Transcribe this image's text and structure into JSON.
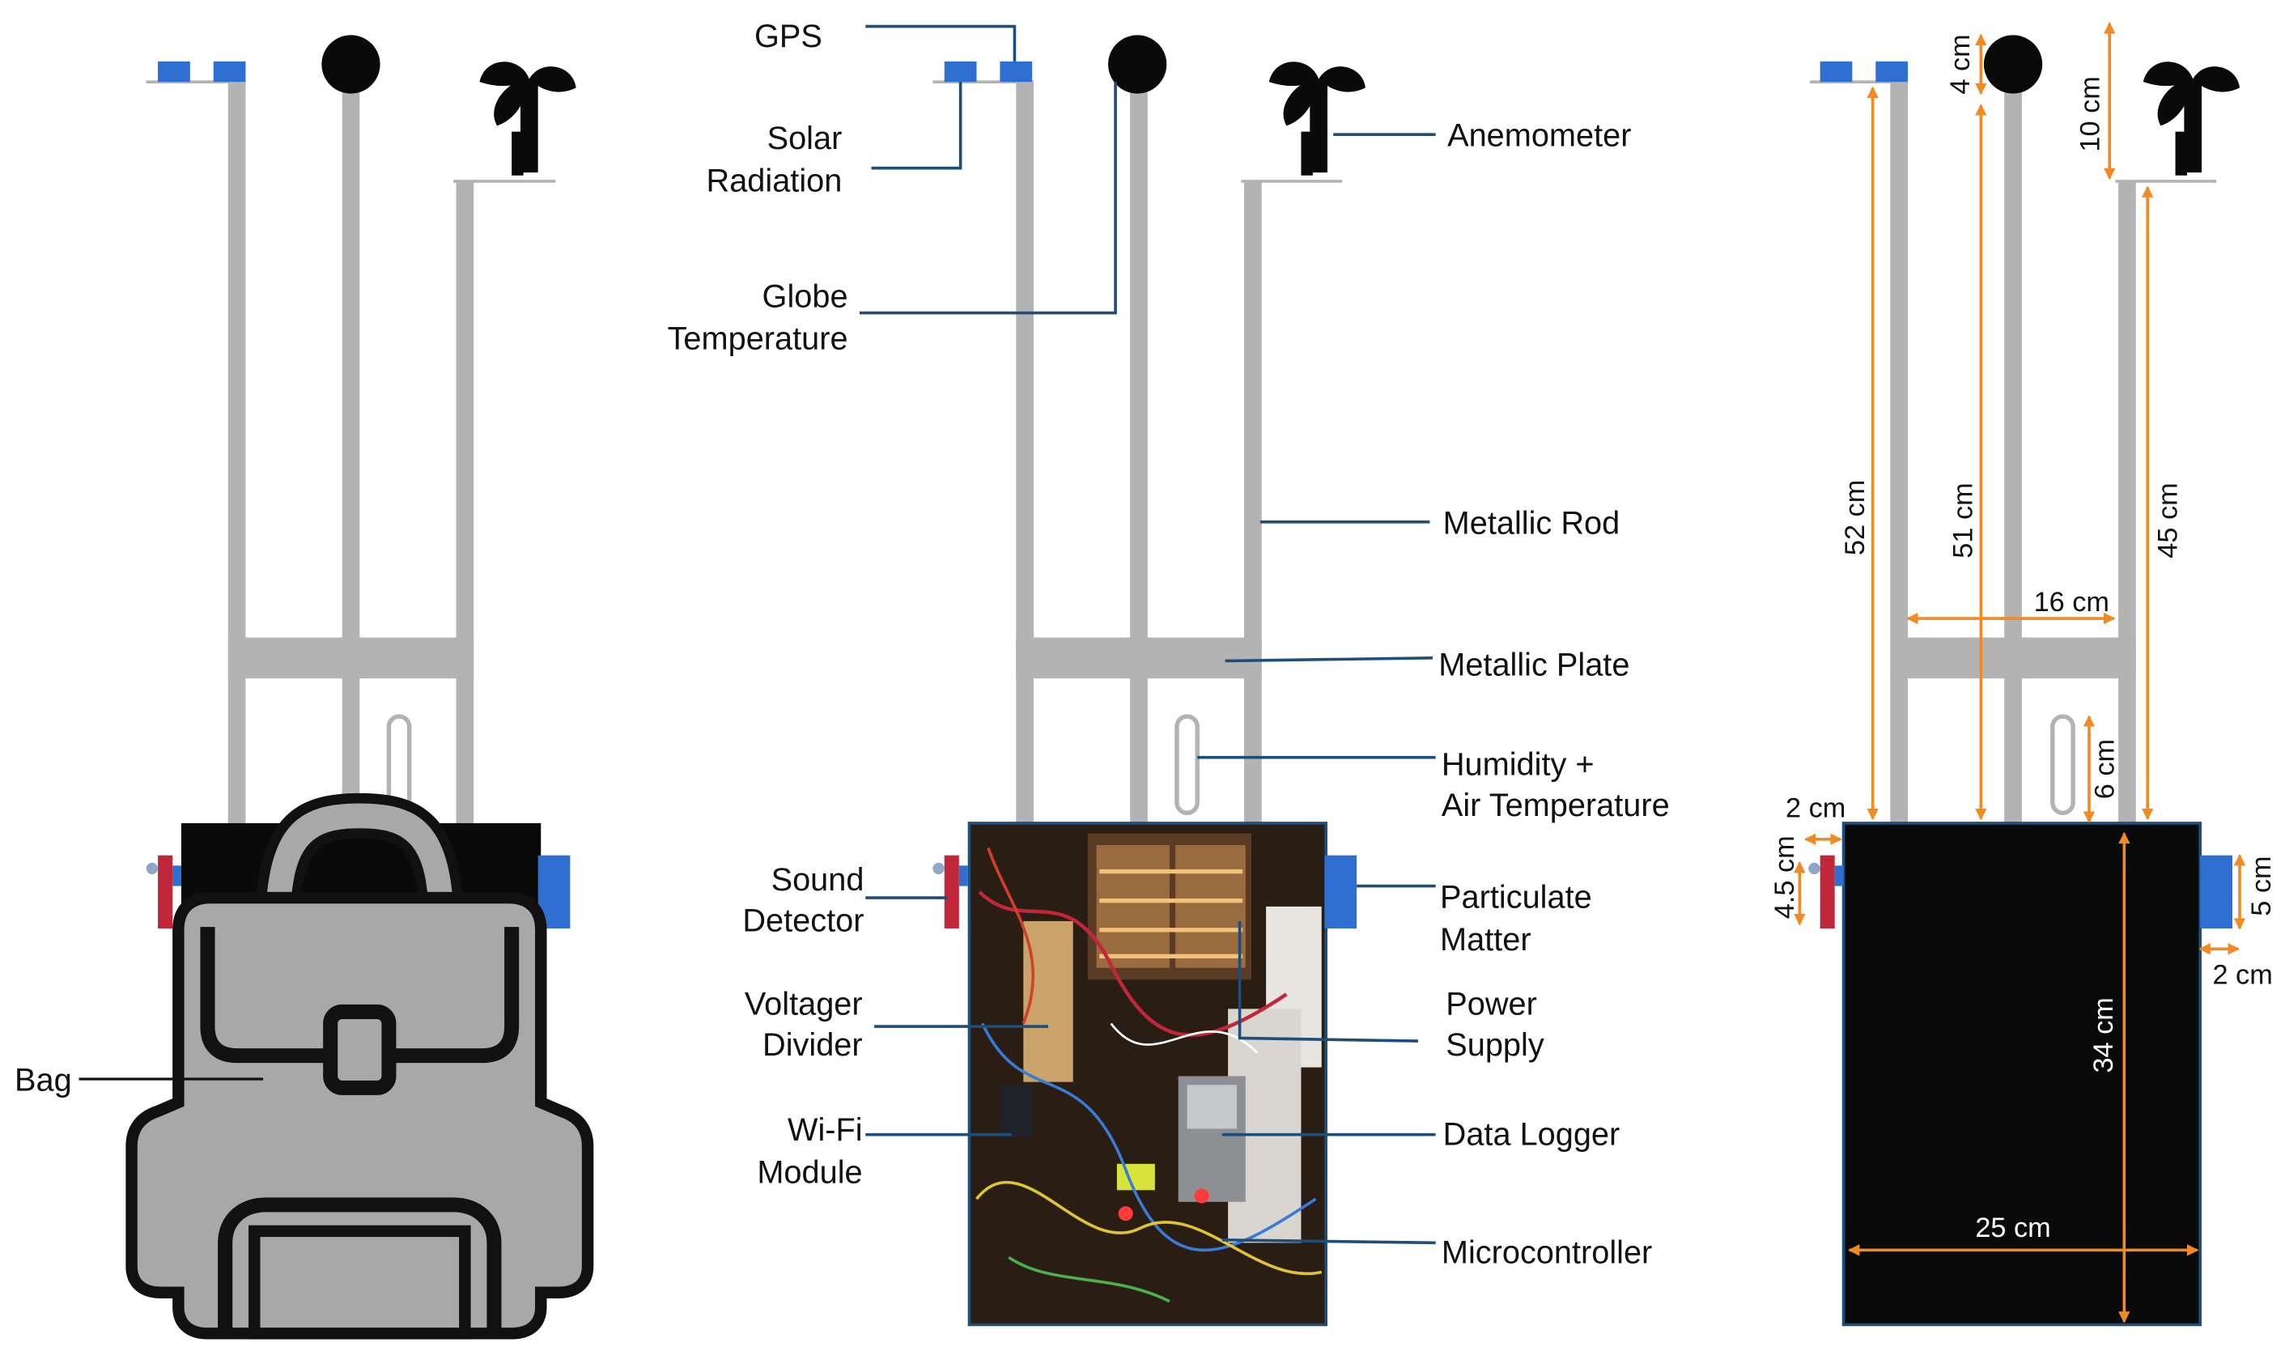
{
  "colors": {
    "rod": "#b3b3b3",
    "sensor_blue": "#2f6fd1",
    "black": "#0a0a0a",
    "leader": "#1f4e79",
    "dimension": "#f08a24",
    "bag_fill": "#a8a8a8",
    "sound_red": "#c0283a"
  },
  "icons": {
    "anemometer": "anemometer-icon",
    "globe": "globe-sensor-icon",
    "bag": "backpack-icon"
  },
  "left_panel": {
    "bag_label": "Bag"
  },
  "middle_panel": {
    "labels": {
      "gps": "GPS",
      "solar_1": "Solar",
      "solar_2": "Radiation",
      "globe_1": "Globe",
      "globe_2": "Temperature",
      "anemometer": "Anemometer",
      "metallic_rod": "Metallic Rod",
      "metallic_plate": "Metallic Plate",
      "humidity_1": "Humidity +",
      "humidity_2": "Air Temperature",
      "sound_1": "Sound",
      "sound_2": "Detector",
      "particulate_1": "Particulate",
      "particulate_2": "Matter",
      "voltage_1": "Voltager",
      "voltage_2": "Divider",
      "power_1": "Power",
      "power_2": "Supply",
      "wifi_1": "Wi-Fi",
      "wifi_2": "Module",
      "data_logger": "Data Logger",
      "microcontroller": "Microcontroller"
    }
  },
  "right_panel": {
    "dims": {
      "d_4cm": "4 cm",
      "d_10cm": "10 cm",
      "d_52cm": "52 cm",
      "d_51cm": "51 cm",
      "d_45cm": "45 cm",
      "d_16cm": "16 cm",
      "d_6cm": "6 cm",
      "d_2cm_top": "2 cm",
      "d_4_5cm": "4.5 cm",
      "d_5cm": "5 cm",
      "d_2cm_right": "2 cm",
      "d_34cm": "34 cm",
      "d_25cm": "25 cm"
    }
  }
}
